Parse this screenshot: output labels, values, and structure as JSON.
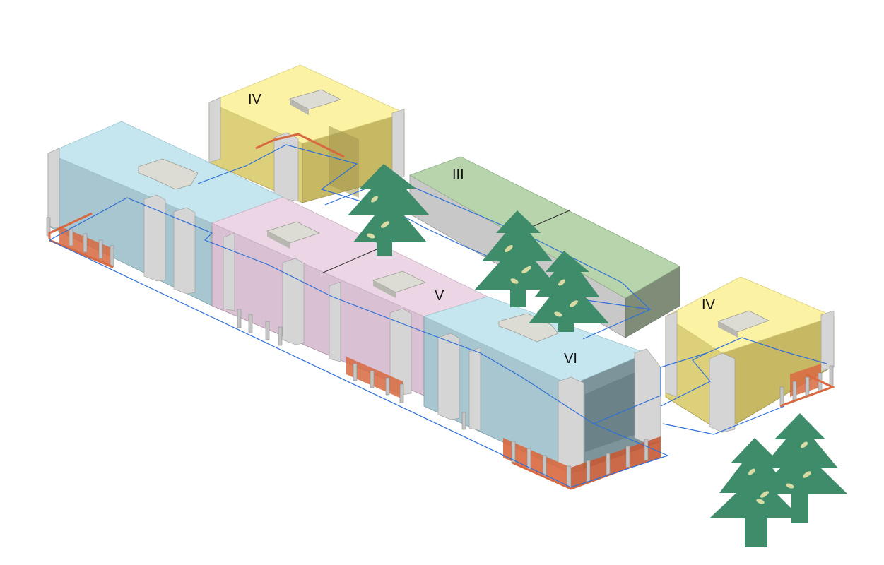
{
  "labels": {
    "north_block": "IV",
    "middle_block": "III",
    "east_block": "IV",
    "main_block_pink": "V",
    "main_block_blue": "VI"
  },
  "colors": {
    "light_blue": "#c6e6ef",
    "pink": "#ecd6e6",
    "yellow": "#fbf2a3",
    "green": "#b7d4ac",
    "facade_grey": "#d5d5d5",
    "ground_floor_orange": "#d8683f",
    "plot_outline_blue": "#2f6fd6",
    "tree_green": "#3f8c6a",
    "leaf_accent": "#d8dca4"
  }
}
